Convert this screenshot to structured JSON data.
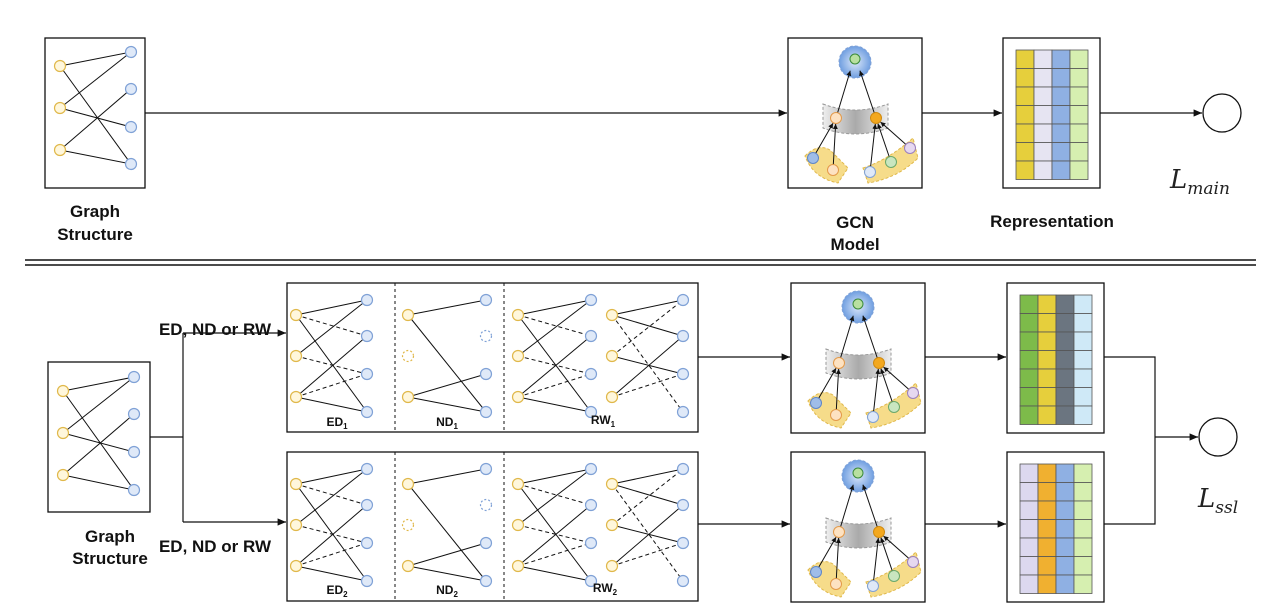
{
  "top": {
    "graph_label_1": "Graph",
    "graph_label_2": "Structure",
    "model_label_1": "GCN",
    "model_label_2": "Model",
    "representation_label": "Representation",
    "loss_symbol": "L",
    "loss_sub": "main"
  },
  "bottom": {
    "graph_label_1": "Graph",
    "graph_label_2": "Structure",
    "aug_label_top": "ED, ND or RW",
    "aug_label_bottom": "ED, ND or RW",
    "view1": {
      "ed": "ED",
      "ed_sub": "1",
      "nd": "ND",
      "nd_sub": "1",
      "rw": "RW",
      "rw_sub": "1"
    },
    "view2": {
      "ed": "ED",
      "ed_sub": "2",
      "nd": "ND",
      "nd_sub": "2",
      "rw": "RW",
      "rw_sub": "2"
    },
    "loss_symbol": "L",
    "loss_sub": "ssl"
  },
  "colors": {
    "user_node": "#f2c94c",
    "item_node": "#a9c4eb",
    "rep_top": [
      "#e6cf3c",
      "#e6e4f2",
      "#8fb0e3",
      "#d6efb0"
    ],
    "rep_view1": [
      "#7dbb4a",
      "#e6cf3c",
      "#6b7580",
      "#cfe9f7"
    ],
    "rep_view2": [
      "#dcd8ef",
      "#f0b030",
      "#8fb0e3",
      "#d6efb0"
    ]
  }
}
